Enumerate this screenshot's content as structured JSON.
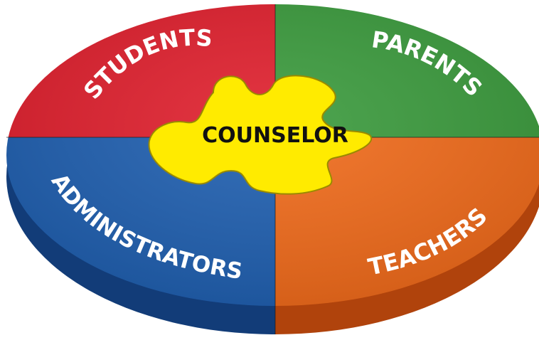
{
  "center": {
    "label": "COUNSELOR",
    "color": "#ffeb00"
  },
  "quadrants": [
    {
      "id": "students",
      "label": "STUDENTS",
      "color": "#e01f2d",
      "side_color": "#9d1420",
      "position": "top-left"
    },
    {
      "id": "parents",
      "label": "PARENTS",
      "color": "#3a9a3c",
      "side_color": "#246a26",
      "position": "top-right"
    },
    {
      "id": "administrators",
      "label": "ADMINISTRATORS",
      "color": "#1f5fb0",
      "side_color": "#123c78",
      "position": "bottom-left"
    },
    {
      "id": "teachers",
      "label": "TEACHERS",
      "color": "#f06a1a",
      "side_color": "#b0430c",
      "position": "bottom-right"
    }
  ],
  "text_color": "#ffffff",
  "center_text_color": "#111111"
}
